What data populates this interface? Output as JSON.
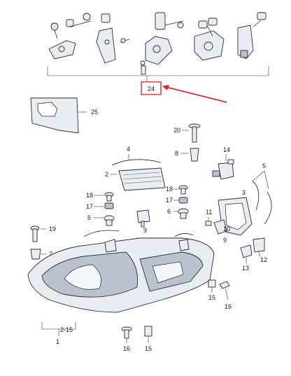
{
  "callouts": {
    "c24": "24",
    "c25": "25",
    "c20": "20",
    "c8": "8",
    "c14": "14",
    "c4": "4",
    "c2": "2",
    "c5": "5",
    "c3": "3",
    "c18a": "18",
    "c17a": "17",
    "c6a": "6",
    "c9a": "9",
    "c18b": "18",
    "c17b": "17",
    "c6b": "6",
    "c11": "11",
    "c10": "10",
    "c9b": "9",
    "c19": "19",
    "c7": "7",
    "c13": "13",
    "c12": "12",
    "c15a": "15",
    "c16a": "16",
    "c2_15": "2-15",
    "c1": "1",
    "c16b": "16",
    "c15b": "15"
  },
  "colors": {
    "highlight": "#e0262b",
    "part_fill": "#e9edf3",
    "part_shade": "#b9c2cf",
    "line": "#2a2a2a"
  }
}
